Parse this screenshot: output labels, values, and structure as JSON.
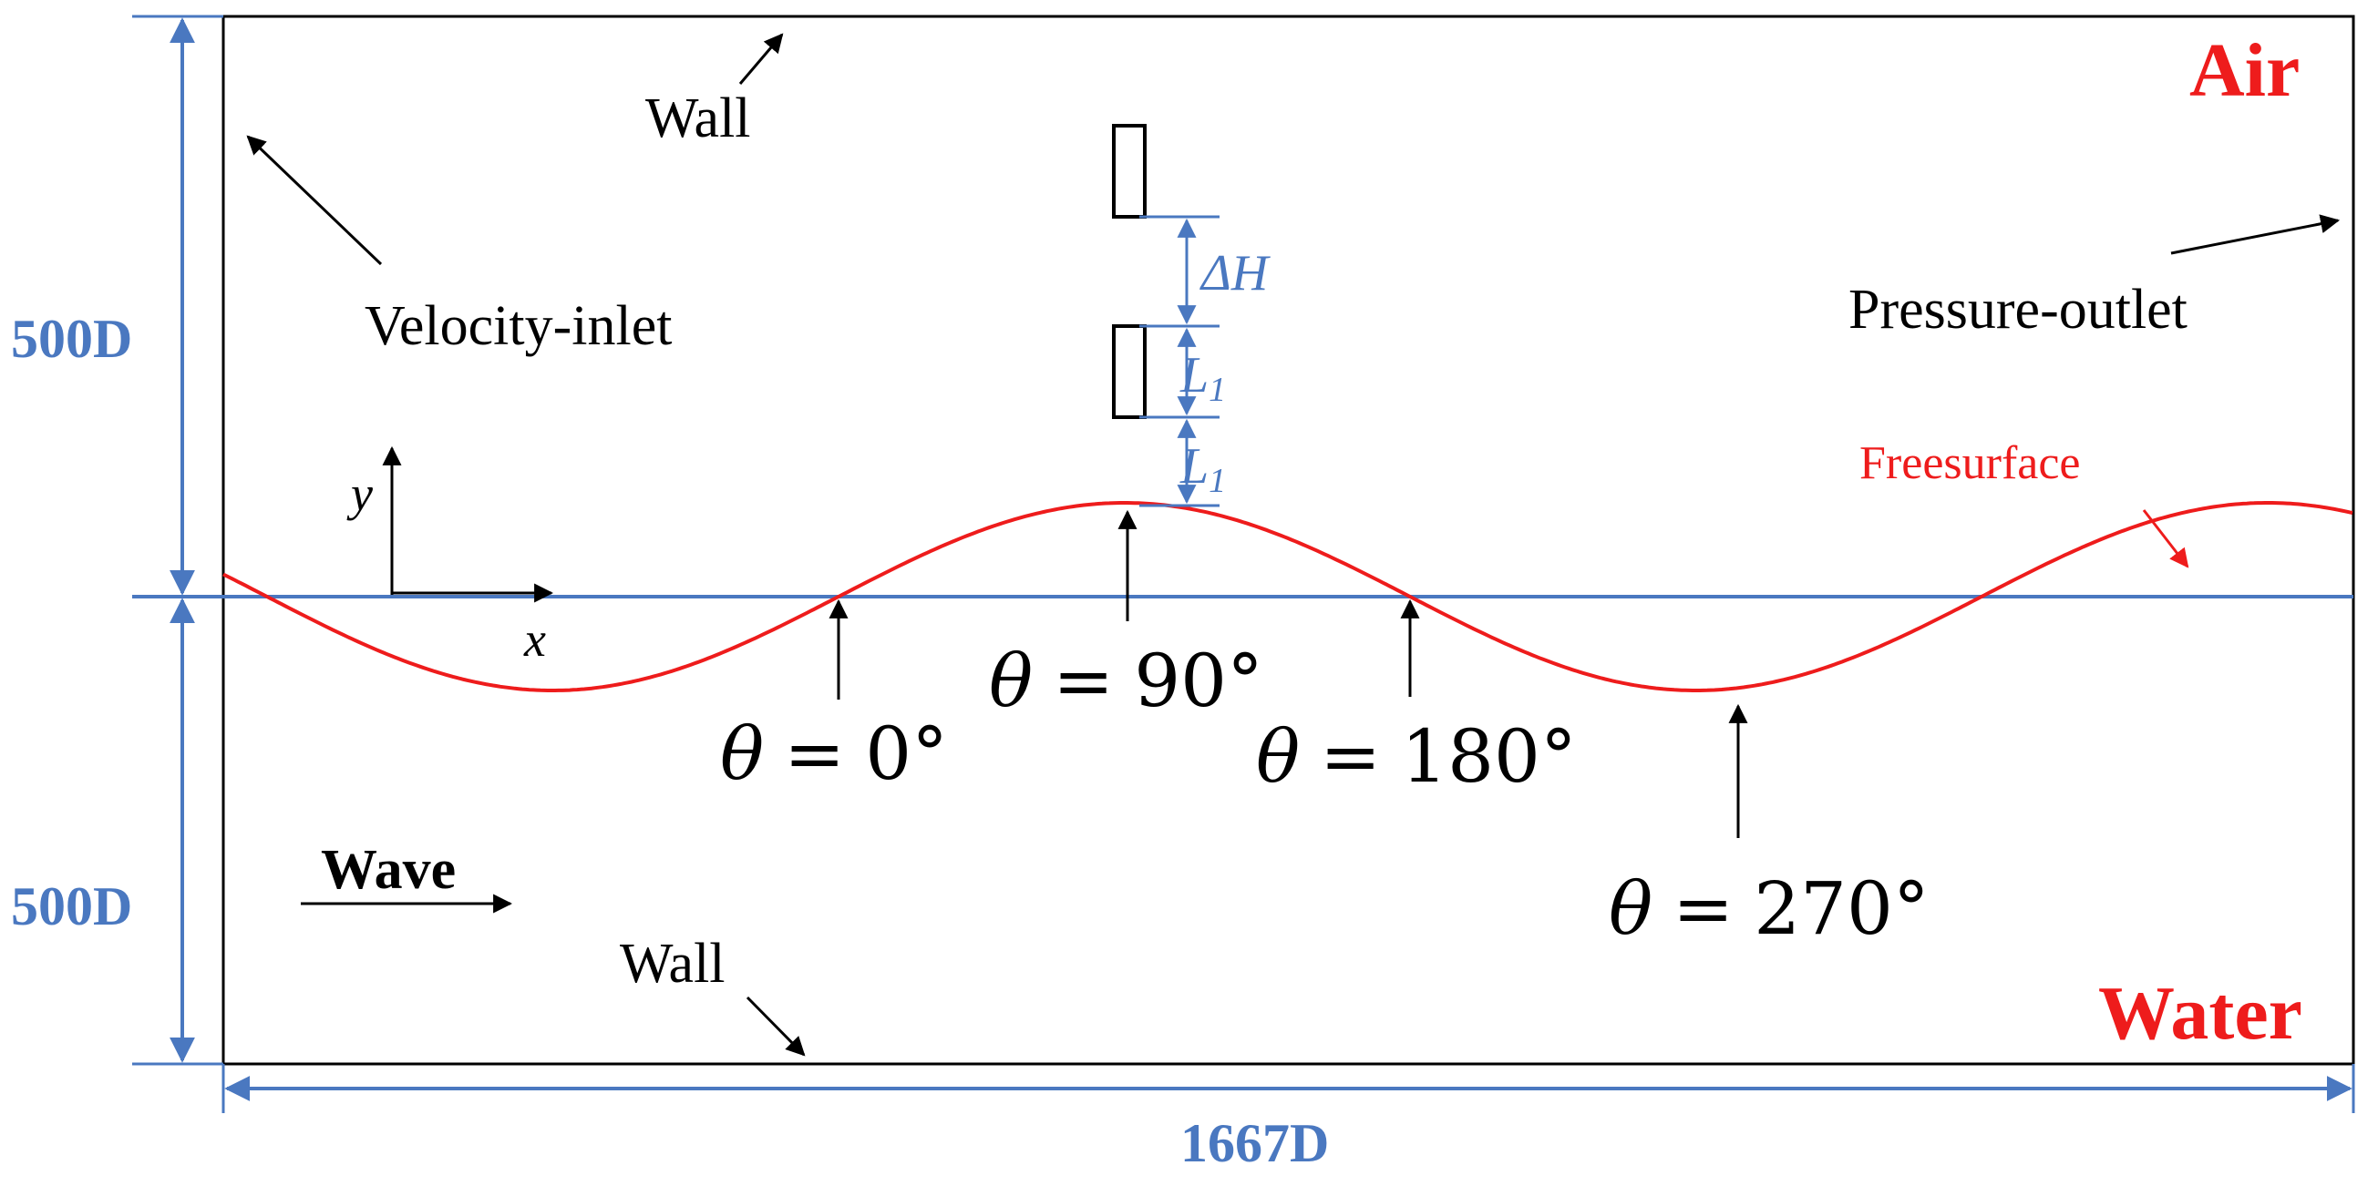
{
  "dimensions": {
    "upper_height": "500D",
    "lower_height": "500D",
    "length": "1667D"
  },
  "boundaries": {
    "top": "Wall",
    "bottom": "Wall",
    "inlet": "Velocity-inlet",
    "outlet": "Pressure-outlet"
  },
  "regions": {
    "air": "Air",
    "water": "Water"
  },
  "free_surface": "Freesurface",
  "wave_label": "Wave",
  "axes": {
    "x": "x",
    "y": "y"
  },
  "spacing": {
    "gap": "ΔH",
    "length_main": "L",
    "length_sub": "1"
  },
  "phases": {
    "p0": "0°",
    "p90": "90°",
    "p180": "180°",
    "p270": "270°"
  },
  "theta_symbol": "θ",
  "equals": "=",
  "colors": {
    "dimension_blue": "#4a78c0",
    "free_surface_red": "#ee1c1c",
    "line_black": "#000000"
  }
}
